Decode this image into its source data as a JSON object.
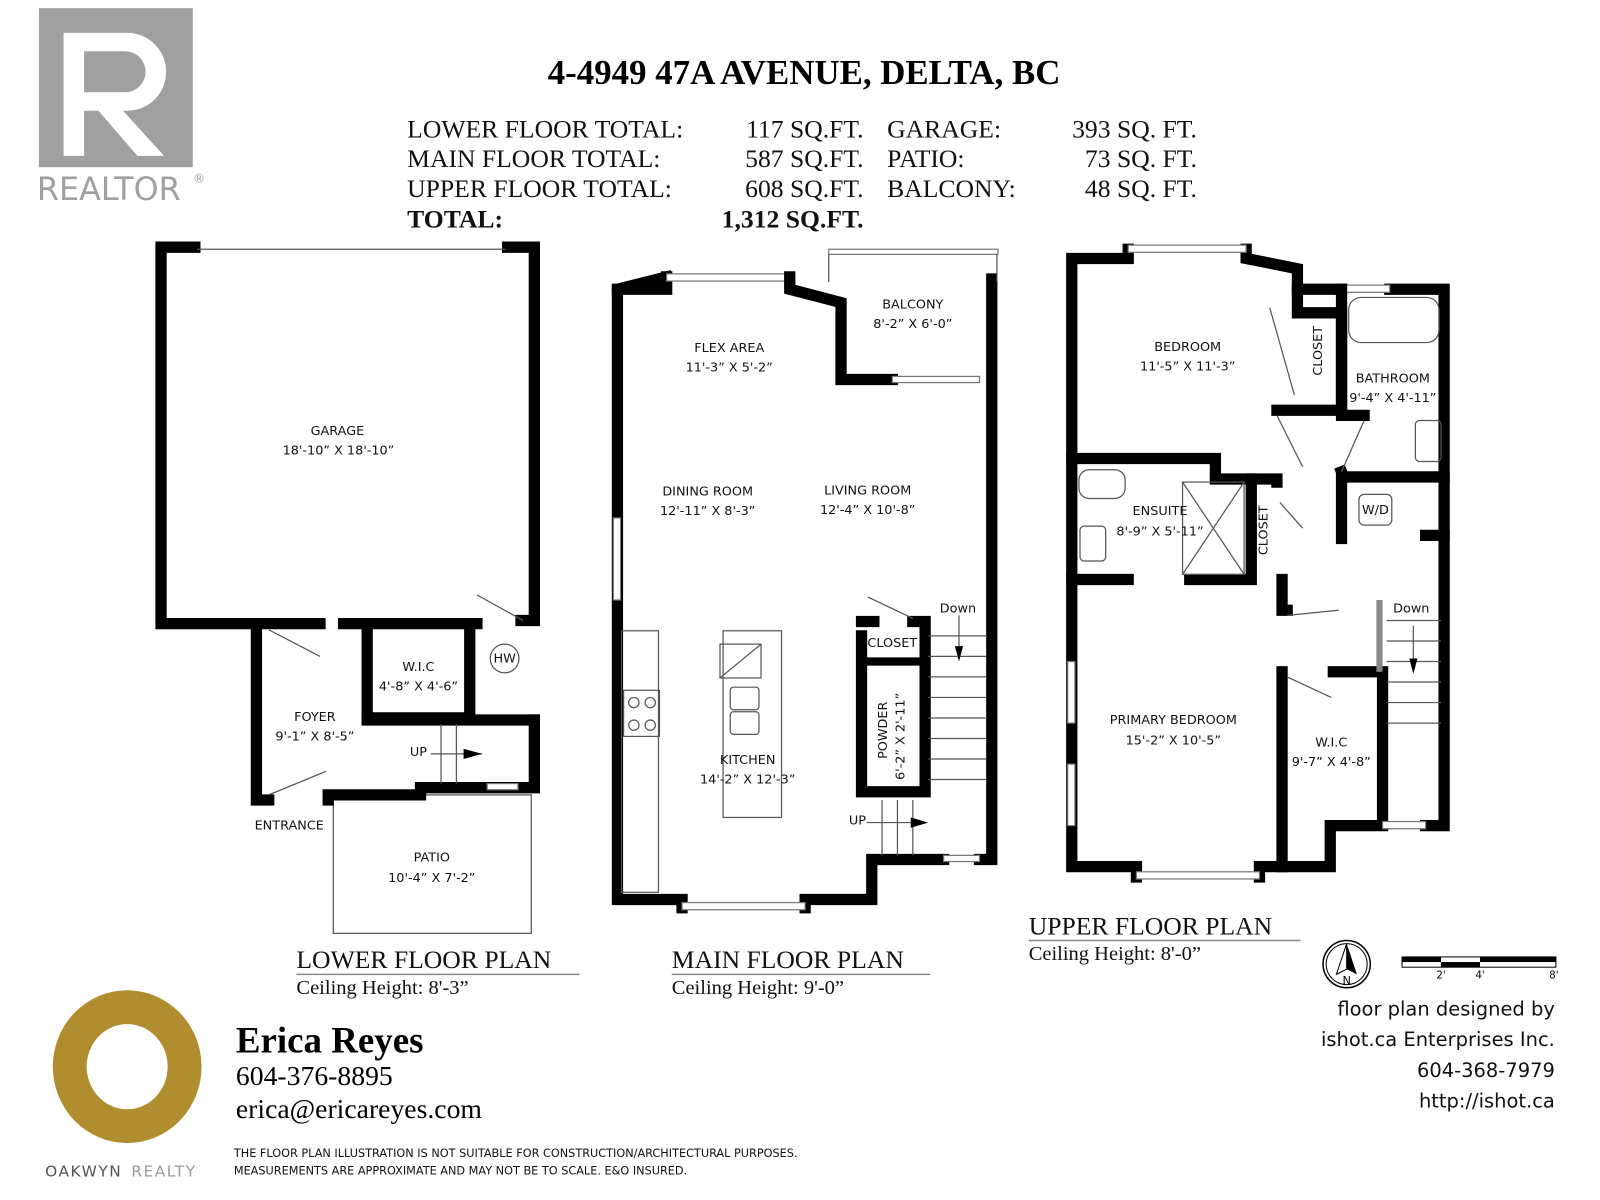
{
  "title": "4-4949 47A AVENUE, DELTA, BC",
  "summary": {
    "rows": [
      {
        "label": "LOWER FLOOR TOTAL:",
        "value": "117 SQ.FT.",
        "label2": "GARAGE:",
        "value2": "393 SQ. FT."
      },
      {
        "label": "MAIN FLOOR TOTAL:",
        "value": "587 SQ.FT.",
        "label2": "PATIO:",
        "value2": "73 SQ. FT."
      },
      {
        "label": "UPPER FLOOR TOTAL:",
        "value": "608 SQ.FT.",
        "label2": "BALCONY:",
        "value2": "48 SQ. FT."
      }
    ],
    "total_label": "TOTAL:",
    "total_value": "1,312 SQ.FT."
  },
  "realtor_logo": {
    "text": "REALTOR",
    "mark": "®"
  },
  "lower": {
    "title": "LOWER FLOOR PLAN",
    "ceiling": "Ceiling Height: 8'-3”",
    "rooms": {
      "garage": {
        "name": "GARAGE",
        "dim": "18'-10” X 18'-10”"
      },
      "wic": {
        "name": "W.I.C",
        "dim": "4'-8” X 4'-6”"
      },
      "foyer": {
        "name": "FOYER",
        "dim": "9'-1” X 8'-5”"
      },
      "patio": {
        "name": "PATIO",
        "dim": "10'-4” X 7'-2”"
      }
    },
    "hw": "HW",
    "up": "UP",
    "entrance": "ENTRANCE"
  },
  "main": {
    "title": "MAIN FLOOR PLAN",
    "ceiling": "Ceiling Height: 9'-0”",
    "rooms": {
      "balcony": {
        "name": "BALCONY",
        "dim": "8'-2” X 6'-0”"
      },
      "flex": {
        "name": "FLEX AREA",
        "dim": "11'-3” X 5'-2”"
      },
      "dining": {
        "name": "DINING ROOM",
        "dim": "12'-11” X 8'-3”"
      },
      "living": {
        "name": "LIVING ROOM",
        "dim": "12'-4” X 10'-8”"
      },
      "kitchen": {
        "name": "KITCHEN",
        "dim": "14'-2” X 12'-3”"
      },
      "closet": {
        "name": "CLOSET"
      },
      "powder": {
        "name": "POWDER",
        "dim": "6'-2” X 2'-11”"
      }
    },
    "down": "Down",
    "up": "UP"
  },
  "upper": {
    "title": "UPPER FLOOR PLAN",
    "ceiling": "Ceiling Height: 8'-0”",
    "rooms": {
      "bedroom": {
        "name": "BEDROOM",
        "dim": "11'-5” X 11'-3”"
      },
      "closet1": {
        "name": "CLOSET"
      },
      "bathroom": {
        "name": "BATHROOM",
        "dim": "9'-4” X 4'-11”"
      },
      "ensuite": {
        "name": "ENSUITE",
        "dim": "8'-9” X 5'-11”"
      },
      "closet2": {
        "name": "CLOSET"
      },
      "wd": {
        "name": "W/D"
      },
      "primary": {
        "name": "PRIMARY BEDROOM",
        "dim": "15'-2” X 10'-5”"
      },
      "wic": {
        "name": "W.I.C",
        "dim": "9'-7” X 4'-8”"
      }
    },
    "down": "Down"
  },
  "compass": {
    "label": "N"
  },
  "scale": {
    "ticks": [
      "2'",
      "4'",
      "8'"
    ]
  },
  "credit": {
    "line1": "floor plan designed by",
    "line2": "ishot.ca Enterprises Inc.",
    "phone": "604-368-7979",
    "url": "http://ishot.ca"
  },
  "agent": {
    "name": "Erica Reyes",
    "phone": "604-376-8895",
    "email": "erica@ericareyes.com"
  },
  "brokerage_logo": {
    "text_bold": "OAKWYN",
    "text_light": "REALTY",
    "color": "#b08d2f"
  },
  "disclaimer": {
    "line1": "THE FLOOR PLAN ILLUSTRATION IS NOT SUITABLE FOR CONSTRUCTION/ARCHITECTURAL PURPOSES.",
    "line2": "MEASUREMENTS ARE APPROXIMATE AND MAY NOT BE TO SCALE. E&O INSURED."
  }
}
